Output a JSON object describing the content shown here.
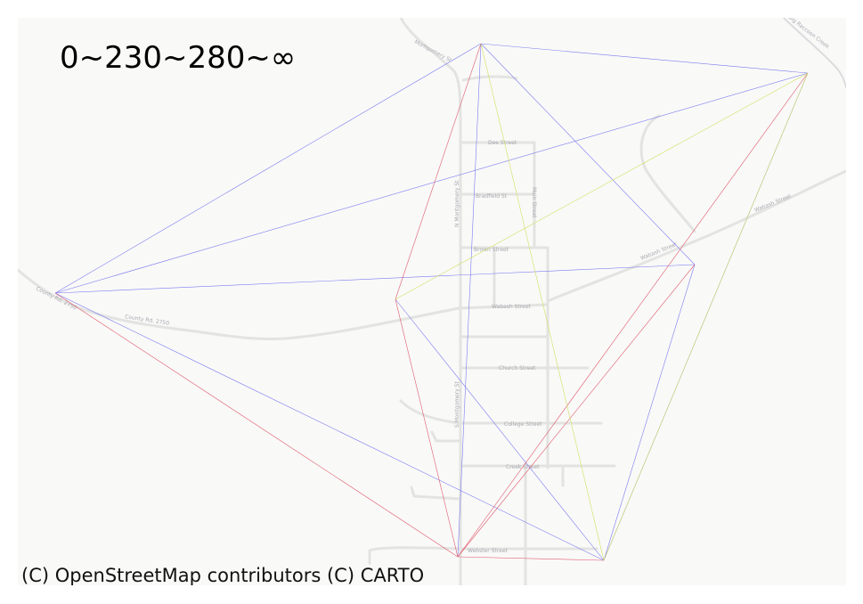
{
  "map": {
    "title": "0~230~280~∞",
    "attribution": "(C) OpenStreetMap contributors (C) CARTO",
    "street_labels": [
      "Dee Street",
      "Bradfield St",
      "Brown Street",
      "Wabash Street",
      "Church Street",
      "College Street",
      "Creek Street",
      "Webster Street",
      "N Montgomery St",
      "S Montgomery St",
      "Main Street",
      "County Rd. 2750",
      "County Rd. 2750",
      "Wabash Street",
      "Wabash Street",
      "Montgomery St",
      "Big Raccoon Creek"
    ],
    "colors": {
      "background": "#f9f9f8",
      "road": "#e3e3e1",
      "road_casing": "#d8d8d6",
      "label": "#a9aab0",
      "edge_blue": "#7c7cf0",
      "edge_red": "#e05a6a",
      "edge_yellow": "#d4e060"
    }
  }
}
